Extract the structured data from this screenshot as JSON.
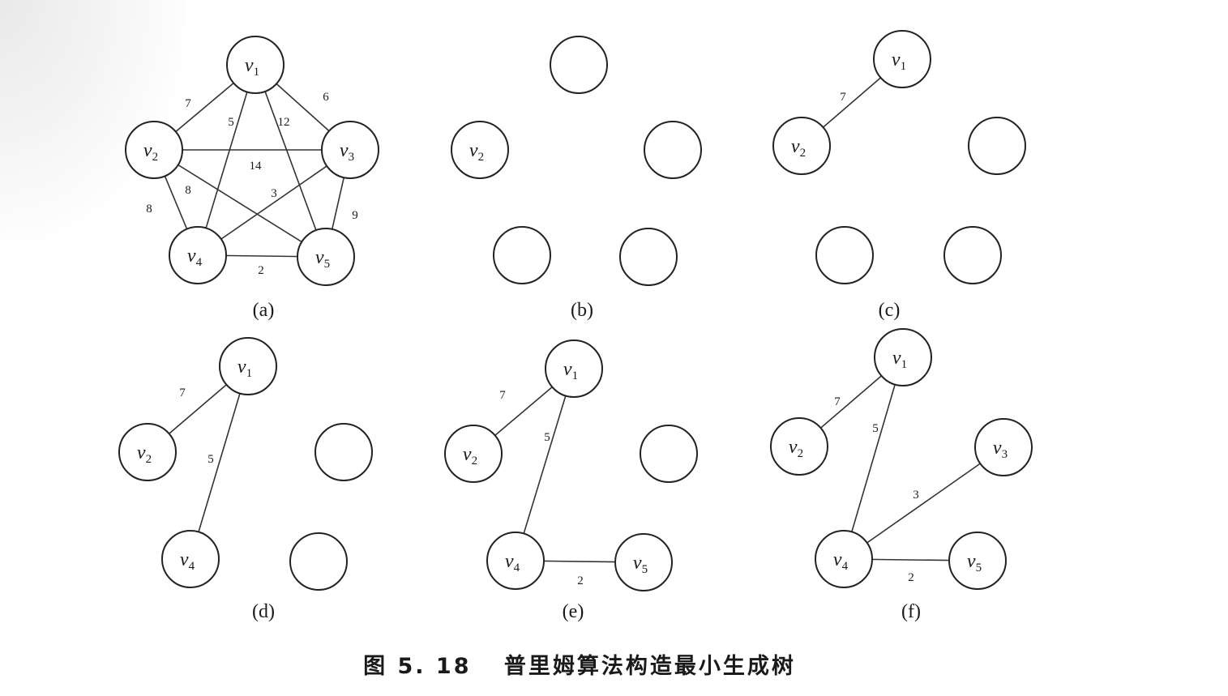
{
  "caption": {
    "number": "图 5. 18",
    "title": "普里姆算法构造最小生成树"
  },
  "panels": [
    {
      "id": "a",
      "label": "(a)",
      "nodes": [
        {
          "id": "v1",
          "text": "v",
          "sub": "1"
        },
        {
          "id": "v2",
          "text": "v",
          "sub": "2"
        },
        {
          "id": "v3",
          "text": "v",
          "sub": "3"
        },
        {
          "id": "v4",
          "text": "v",
          "sub": "4"
        },
        {
          "id": "v5",
          "text": "v",
          "sub": "5"
        }
      ],
      "edges": [
        {
          "from": "v1",
          "to": "v2",
          "weight": "7"
        },
        {
          "from": "v1",
          "to": "v3",
          "weight": "6"
        },
        {
          "from": "v1",
          "to": "v4",
          "weight": "5"
        },
        {
          "from": "v1",
          "to": "v5",
          "weight": "12"
        },
        {
          "from": "v2",
          "to": "v3",
          "weight": "14"
        },
        {
          "from": "v2",
          "to": "v4",
          "weight": "8"
        },
        {
          "from": "v2",
          "to": "v5",
          "weight": "8"
        },
        {
          "from": "v3",
          "to": "v4",
          "weight": "3"
        },
        {
          "from": "v3",
          "to": "v5",
          "weight": "9"
        },
        {
          "from": "v4",
          "to": "v5",
          "weight": "2"
        }
      ]
    },
    {
      "id": "b",
      "label": "(b)",
      "nodes": [
        {
          "id": "v1",
          "text": "",
          "sub": ""
        },
        {
          "id": "v2",
          "text": "v",
          "sub": "2"
        },
        {
          "id": "v3",
          "text": "",
          "sub": ""
        },
        {
          "id": "v4",
          "text": "",
          "sub": ""
        },
        {
          "id": "v5",
          "text": "",
          "sub": ""
        }
      ],
      "edges": []
    },
    {
      "id": "c",
      "label": "(c)",
      "nodes": [
        {
          "id": "v1",
          "text": "v",
          "sub": "1"
        },
        {
          "id": "v2",
          "text": "v",
          "sub": "2"
        },
        {
          "id": "v3",
          "text": "",
          "sub": ""
        },
        {
          "id": "v4",
          "text": "",
          "sub": ""
        },
        {
          "id": "v5",
          "text": "",
          "sub": ""
        }
      ],
      "edges": [
        {
          "from": "v1",
          "to": "v2",
          "weight": "7"
        }
      ]
    },
    {
      "id": "d",
      "label": "(d)",
      "nodes": [
        {
          "id": "v1",
          "text": "v",
          "sub": "1"
        },
        {
          "id": "v2",
          "text": "v",
          "sub": "2"
        },
        {
          "id": "v3",
          "text": "",
          "sub": ""
        },
        {
          "id": "v4",
          "text": "v",
          "sub": "4"
        },
        {
          "id": "v5",
          "text": "",
          "sub": ""
        }
      ],
      "edges": [
        {
          "from": "v1",
          "to": "v2",
          "weight": "7"
        },
        {
          "from": "v1",
          "to": "v4",
          "weight": "5"
        }
      ]
    },
    {
      "id": "e",
      "label": "(e)",
      "nodes": [
        {
          "id": "v1",
          "text": "v",
          "sub": "1"
        },
        {
          "id": "v2",
          "text": "v",
          "sub": "2"
        },
        {
          "id": "v3",
          "text": "",
          "sub": ""
        },
        {
          "id": "v4",
          "text": "v",
          "sub": "4"
        },
        {
          "id": "v5",
          "text": "v",
          "sub": "5"
        }
      ],
      "edges": [
        {
          "from": "v1",
          "to": "v2",
          "weight": "7"
        },
        {
          "from": "v1",
          "to": "v4",
          "weight": "5"
        },
        {
          "from": "v4",
          "to": "v5",
          "weight": "2"
        }
      ]
    },
    {
      "id": "f",
      "label": "(f)",
      "nodes": [
        {
          "id": "v1",
          "text": "v",
          "sub": "1"
        },
        {
          "id": "v2",
          "text": "v",
          "sub": "2"
        },
        {
          "id": "v3",
          "text": "v",
          "sub": "3"
        },
        {
          "id": "v4",
          "text": "v",
          "sub": "4"
        },
        {
          "id": "v5",
          "text": "v",
          "sub": "5"
        }
      ],
      "edges": [
        {
          "from": "v1",
          "to": "v2",
          "weight": "7"
        },
        {
          "from": "v1",
          "to": "v4",
          "weight": "5"
        },
        {
          "from": "v3",
          "to": "v4",
          "weight": "3"
        },
        {
          "from": "v4",
          "to": "v5",
          "weight": "2"
        }
      ]
    }
  ]
}
